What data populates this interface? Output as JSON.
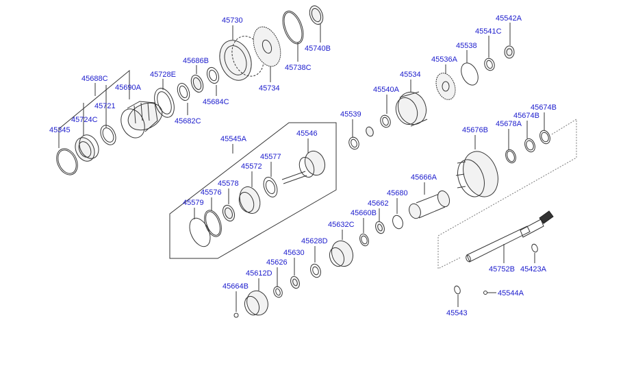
{
  "diagram": {
    "title": "Exploded parts diagram - transfer / planetary gear assembly",
    "label_color": "#1a1acc",
    "line_color": "#333333",
    "labels": {
      "p45688C": "45688C",
      "p45690A": "45690A",
      "p45721": "45721",
      "p45724C": "45724C",
      "p45345": "45345",
      "p45728E": "45728E",
      "p45682C": "45682C",
      "p45686B": "45686B",
      "p45684C": "45684C",
      "p45730": "45730",
      "p45734": "45734",
      "p45738C": "45738C",
      "p45740B": "45740B",
      "p45542A": "45542A",
      "p45541C": "45541C",
      "p45538": "45538",
      "p45536A": "45536A",
      "p45534": "45534",
      "p45540A": "45540A",
      "p45539": "45539",
      "p45545A": "45545A",
      "p45546": "45546",
      "p45577": "45577",
      "p45572": "45572",
      "p45578": "45578",
      "p45576": "45576",
      "p45579": "45579",
      "p45676B": "45676B",
      "p45678A": "45678A",
      "p45674B_1": "45674B",
      "p45674B_2": "45674B",
      "p45666A": "45666A",
      "p45680": "45680",
      "p45662": "45662",
      "p45660B": "45660B",
      "p45632C": "45632C",
      "p45628D": "45628D",
      "p45630": "45630",
      "p45626": "45626",
      "p45612D": "45612D",
      "p45664B": "45664B",
      "p45752B": "45752B",
      "p45423A": "45423A",
      "p45543": "45543",
      "p45544A": "45544A"
    }
  }
}
